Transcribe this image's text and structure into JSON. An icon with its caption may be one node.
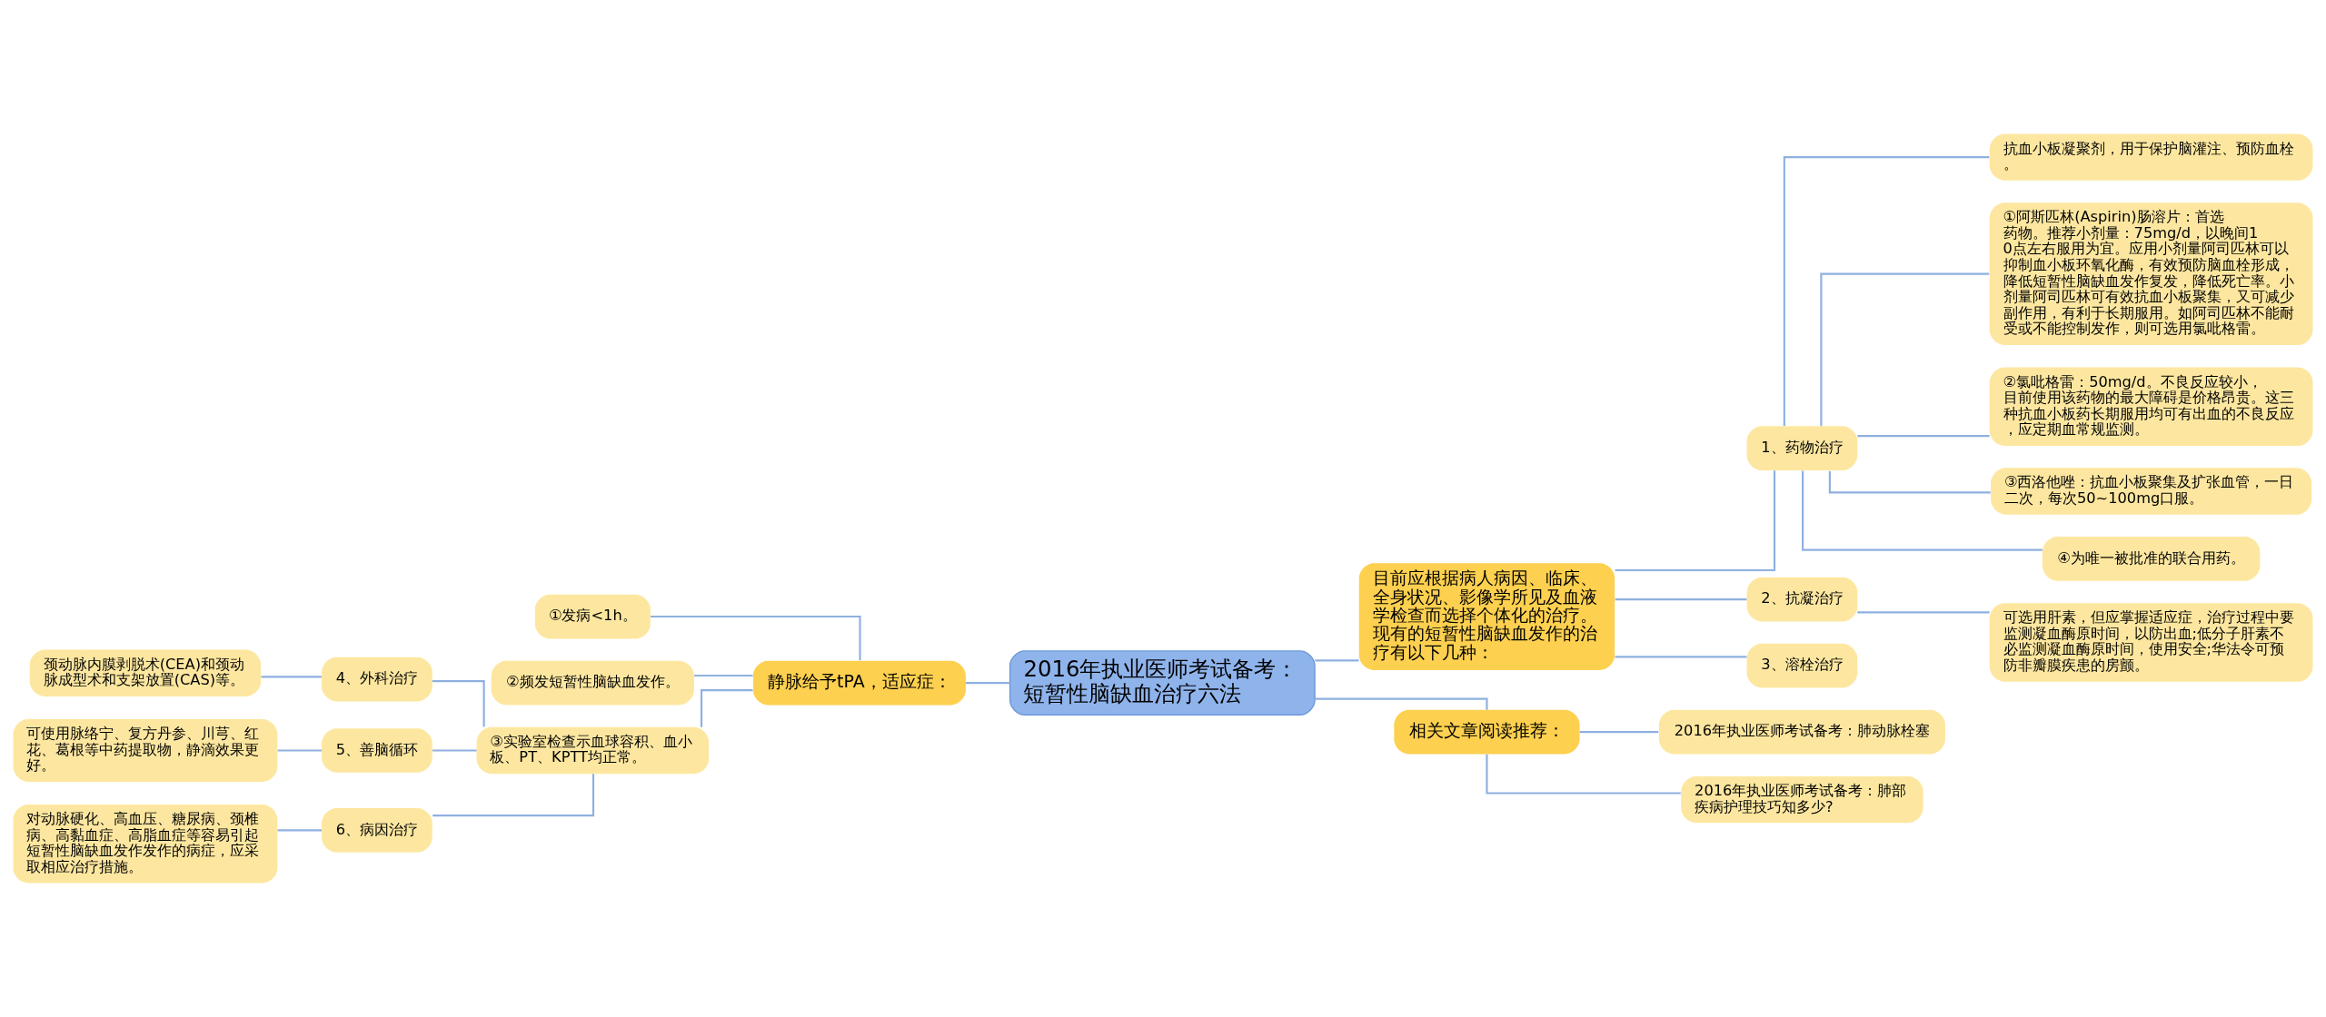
{
  "diagram": {
    "nodes": [
      {
        "text": [
          "2016年执业医师考试备考：短暂性脑缺血治疗六法"
        ]
      },
      {
        "text": [
          "静脉给予tPA，适应症："
        ]
      },
      {
        "text": [
          "①发病<1h。"
        ]
      },
      {
        "text": [
          "②频发短暂性脑缺血发作。"
        ]
      },
      {
        "text": [
          "③实验室检查示血球容积、血小板、PT、KPTT均正常。"
        ]
      },
      {
        "text": [
          "4、外科治疗"
        ]
      },
      {
        "text": [
          "颈动脉内膜剥脱术(CEA)和颈动脉成型术和支架放置(CAS)等。"
        ]
      },
      {
        "text": [
          "5、善脑循环"
        ]
      },
      {
        "text": [
          "可使用脉络宁、复方丹参、川芎、红花、葛根等中药提取物，静滴效果更好。"
        ]
      },
      {
        "text": [
          "6、病因治疗"
        ]
      },
      {
        "text": [
          "对动脉硬化、高血压、糖尿病、颈椎病、高黏血症、高脂血症等容易引起短暂性脑缺血发作发作的病症，应采取相应治疗措施。"
        ]
      },
      {
        "text": [
          "目前应根据病人病因、临床、全身状况、影像学所见及血液学检查而选择个体化的治疗。现有的短暂性脑缺血发作的治疗有以下几种："
        ]
      },
      {
        "text": [
          "1、药物治疗"
        ]
      },
      {
        "text": [
          "抗血小板凝聚剂，用于保护脑灌注、预防血栓。"
        ]
      },
      {
        "text": [
          "①阿斯匹林(Aspirin)肠溶片：首选药物。推荐小剂量：75mg/d，以晚间10点左右服用为宜。应用小剂量阿司匹林可以抑制血小板环氧化酶，有效预防脑血栓形成，降低短暂性脑缺血发作复发，降低死亡率。小剂量阿司匹林可有效抗血小板聚集，又可减少副作用，有利于长期服用。如阿司匹林不能耐受或不能控制发作，则可选用氯吡格雷。"
        ]
      },
      {
        "text": [
          "②氯吡格雷：50mg/d。不良反应较小，目前使用该药物的最大障碍是价格昂贵。这三种抗血小板药长期服用均可有出血的不良反应，应定期血常规监测。"
        ]
      },
      {
        "text": [
          "③西洛他唑：抗血小板聚集及扩张血管，一日二次，每次50~100mg口服。"
        ]
      },
      {
        "text": [
          "④为唯一被批准的联合用药。"
        ]
      },
      {
        "text": [
          "2、抗凝治疗"
        ]
      },
      {
        "text": [
          "可选用肝素，但应掌握适应症，治疗过程中要监测凝血酶原时间，以防出血;低分子肝素不必监测凝血酶原时间，使用安全;华法令可预防非瓣膜疾患的房颤。"
        ]
      },
      {
        "text": [
          "3、溶栓治疗"
        ]
      },
      {
        "text": [
          "相关文章阅读推荐："
        ]
      },
      {
        "text": [
          "2016年执业医师考试备考：肺动脉栓塞"
        ]
      },
      {
        "text": [
          "2016年执业医师考试备考：肺部疾病护理技巧知多少?"
        ]
      }
    ],
    "edges": [
      {
        "from": 0,
        "to": 1,
        "arrow": "none"
      },
      {
        "from": 1,
        "to": 2,
        "arrow": "none"
      },
      {
        "from": 1,
        "to": 3,
        "arrow": "none"
      },
      {
        "from": 1,
        "to": 4,
        "arrow": "none"
      },
      {
        "from": 4,
        "to": 5,
        "arrow": "none"
      },
      {
        "from": 5,
        "to": 6,
        "arrow": "none"
      },
      {
        "from": 4,
        "to": 7,
        "arrow": "none"
      },
      {
        "from": 7,
        "to": 8,
        "arrow": "none"
      },
      {
        "from": 4,
        "to": 9,
        "arrow": "none"
      },
      {
        "from": 9,
        "to": 10,
        "arrow": "none"
      },
      {
        "from": 0,
        "to": 11,
        "arrow": "none"
      },
      {
        "from": 11,
        "to": 12,
        "arrow": "none"
      },
      {
        "from": 12,
        "to": 13,
        "arrow": "none"
      },
      {
        "from": 12,
        "to": 14,
        "arrow": "none"
      },
      {
        "from": 12,
        "to": 15,
        "arrow": "none"
      },
      {
        "from": 12,
        "to": 16,
        "arrow": "none"
      },
      {
        "from": 12,
        "to": 17,
        "arrow": "none"
      },
      {
        "from": 11,
        "to": 18,
        "arrow": "none"
      },
      {
        "from": 18,
        "to": 19,
        "arrow": "none"
      },
      {
        "from": 11,
        "to": 20,
        "arrow": "none"
      },
      {
        "from": 0,
        "to": 21,
        "arrow": "none"
      },
      {
        "from": 21,
        "to": 22,
        "arrow": "none"
      },
      {
        "from": 21,
        "to": 23,
        "arrow": "none"
      }
    ]
  }
}
